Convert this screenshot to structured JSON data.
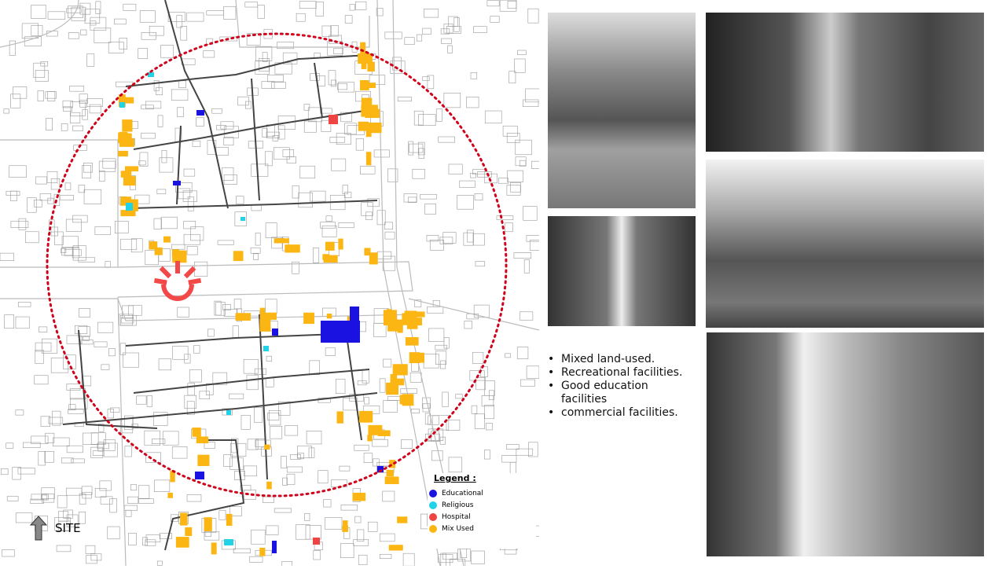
{
  "map": {
    "legend": {
      "title": "Legend :",
      "items": [
        {
          "label": "Educational",
          "color": "#1a12e0"
        },
        {
          "label": "Religious",
          "color": "#22d3e8"
        },
        {
          "label": "Hospital",
          "color": "#ef4444"
        },
        {
          "label": "Mix Used",
          "color": "#fbb614"
        }
      ]
    },
    "site_label": "SITE",
    "circle_color": "#d0021b",
    "landmark_color": "#f24848"
  },
  "bullets": [
    "Mixed land-used.",
    "Recreational facilities.",
    "Good education facilities",
    "commercial facilities."
  ]
}
